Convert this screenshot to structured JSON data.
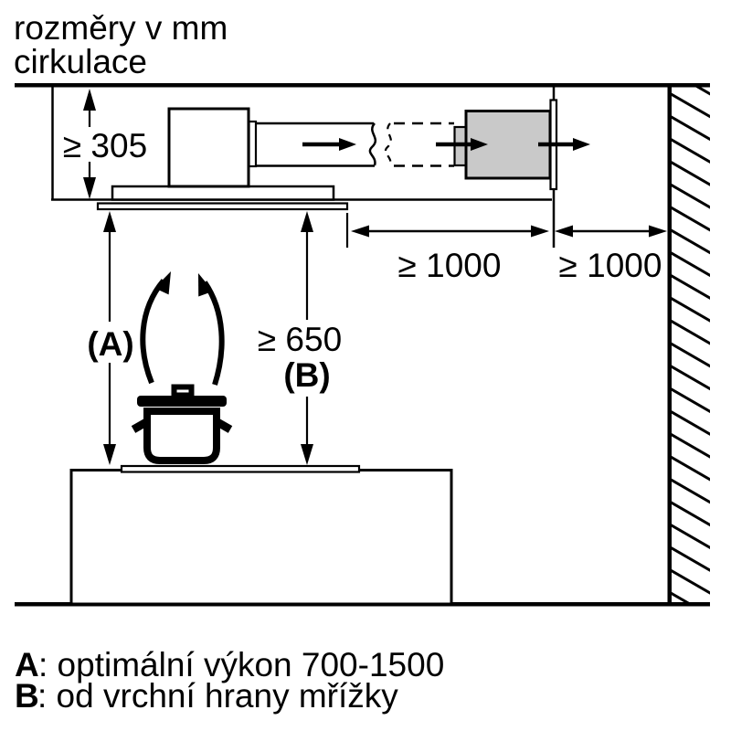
{
  "title": {
    "line1": "rozměry v mm",
    "line2": "cirkulace"
  },
  "dimensions": {
    "recess_height": "≥ 305",
    "clearance_left": "≥ 1000",
    "clearance_right": "≥ 1000",
    "label_a": "(A)",
    "height_b": "≥ 650",
    "label_b": "(B)"
  },
  "legend": {
    "item_a": {
      "key": "A",
      "text": ": optimální výkon 700-1500"
    },
    "item_b": {
      "key": "B",
      "text": ": od vrchní hrany mřížky"
    }
  },
  "colors": {
    "line": "#000000",
    "unit_fill": "#c9c9c9",
    "background": "#ffffff"
  }
}
